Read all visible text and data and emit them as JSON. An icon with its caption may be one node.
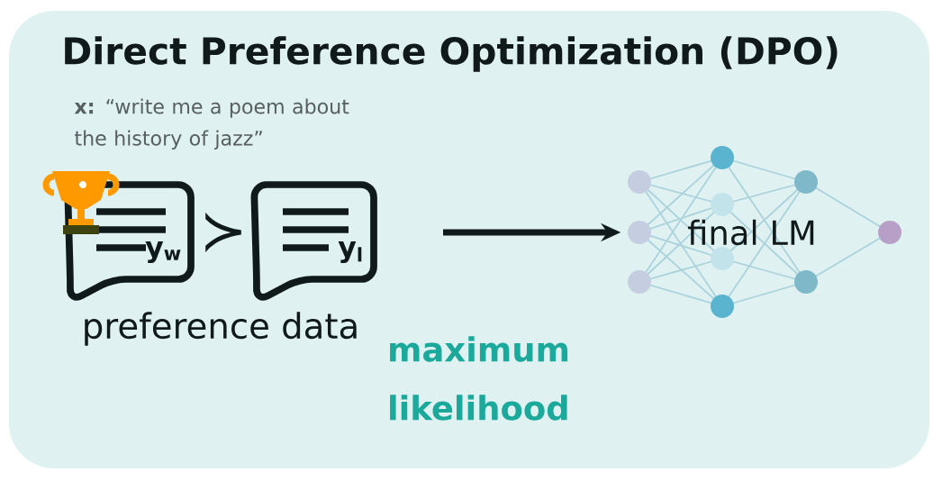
{
  "diagram": {
    "title": "Direct Preference Optimization (DPO)",
    "nodes": [
      {
        "text": [
          "preference data"
        ]
      },
      {
        "text": [
          "y$_{w}$"
        ]
      },
      {
        "text": [
          "y$_{l}$"
        ]
      },
      {
        "text": [
          "final LM"
        ]
      }
    ],
    "edges": [
      {
        "from": null,
        "to": 3,
        "arrow": "to",
        "label": "maximum likelihood"
      }
    ],
    "labels": [
      "**x:** “write me a poem about the history of jazz”",
      "≻"
    ]
  }
}
